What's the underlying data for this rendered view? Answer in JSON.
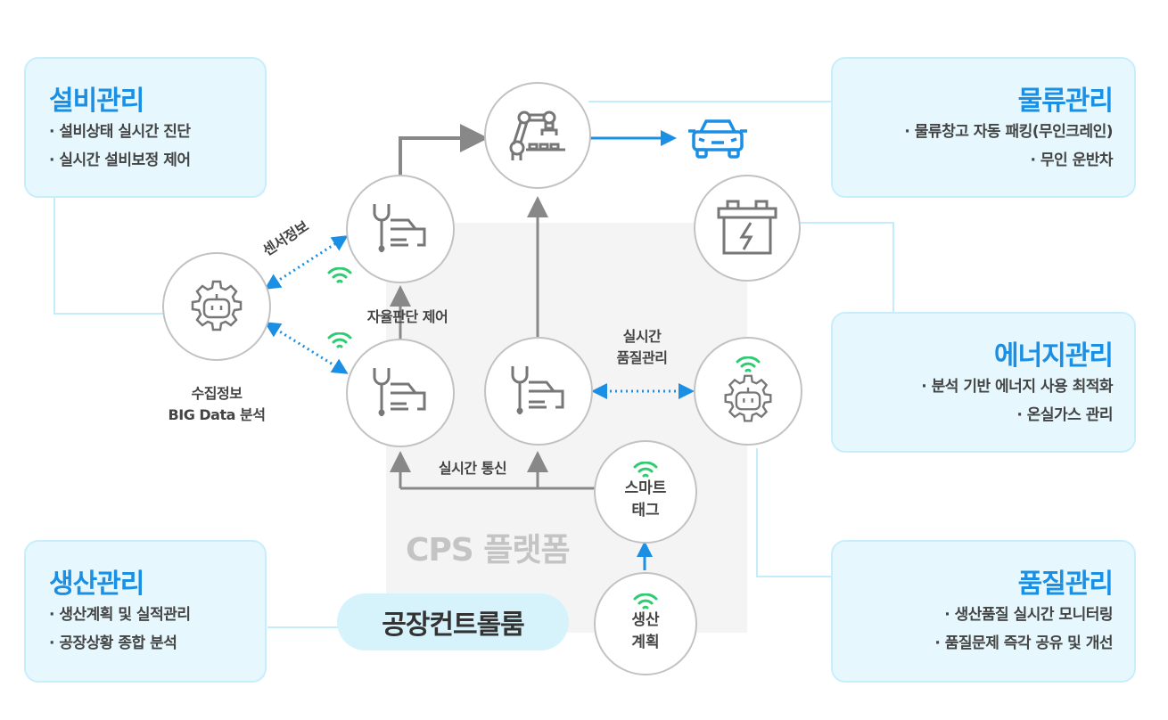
{
  "diagram": {
    "platform_label": "CPS 플랫폼",
    "control_room_label": "공장컨트롤룸",
    "boxes": {
      "equipment": {
        "title": "설비관리",
        "items": [
          "설비상태 실시간 진단",
          "실시간 설비보정 제어"
        ]
      },
      "logistics": {
        "title": "물류관리",
        "items": [
          "물류창고 자동 패킹(무인크레인)",
          "무인 운반차"
        ]
      },
      "energy": {
        "title": "에너지관리",
        "items": [
          "분석 기반 에너지 사용 최적화",
          "온실가스 관리"
        ]
      },
      "production": {
        "title": "생산관리",
        "items": [
          "생산계획 및 실적관리",
          "공장상황 종합 분석"
        ]
      },
      "quality": {
        "title": "품질관리",
        "items": [
          "생산품질 실시간 모니터링",
          "품질문제 즉각 공유 및 개선"
        ]
      }
    },
    "nodes": {
      "bigdata": {
        "icon": "gear-robot-icon",
        "label_line1": "수집정보",
        "label_line2": "BIG Data 분석"
      },
      "smart_tag": {
        "line1": "스마트",
        "line2": "태그"
      },
      "production_plan": {
        "line1": "생산",
        "line2": "계획"
      }
    },
    "edge_labels": {
      "sensor_info": "센서정보",
      "autonomous_control": "자율판단 제어",
      "realtime_quality_1": "실시간",
      "realtime_quality_2": "품질관리",
      "realtime_comm": "실시간 통신"
    },
    "colors": {
      "accent_blue": "#1a8fe3",
      "box_fill": "#e6f8fe",
      "box_border": "#c8eefb",
      "wifi_green": "#2ecc71",
      "line_gray": "#888888",
      "connector_blue": "#bfeafc"
    }
  }
}
